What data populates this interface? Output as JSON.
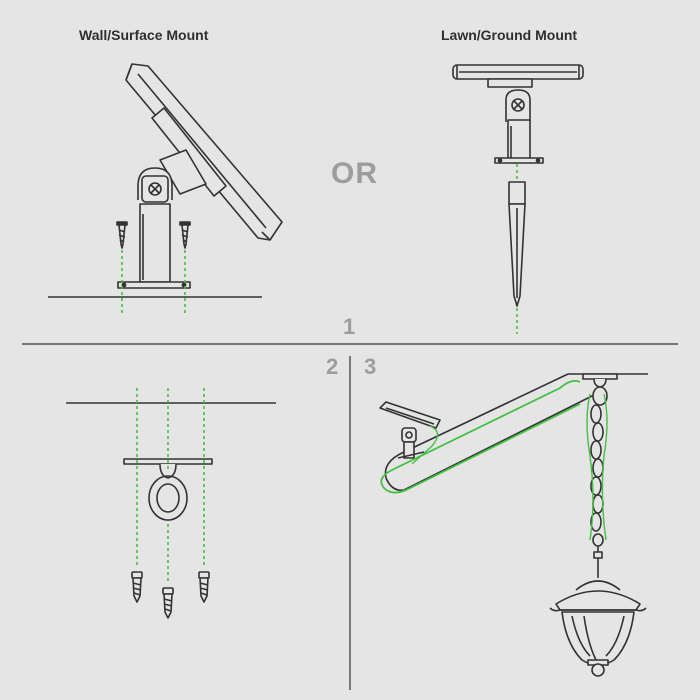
{
  "titles": {
    "wall_mount": "Wall/Surface Mount",
    "lawn_mount": "Lawn/Ground Mount"
  },
  "or_label": "OR",
  "steps": {
    "step1": "1",
    "step2": "2",
    "step3": "3"
  },
  "colors": {
    "background": "#e5e5e5",
    "line_art": "#333333",
    "guide_green": "#43c043",
    "muted_text": "#9d9d9d",
    "title_text": "#2f2f2f"
  }
}
